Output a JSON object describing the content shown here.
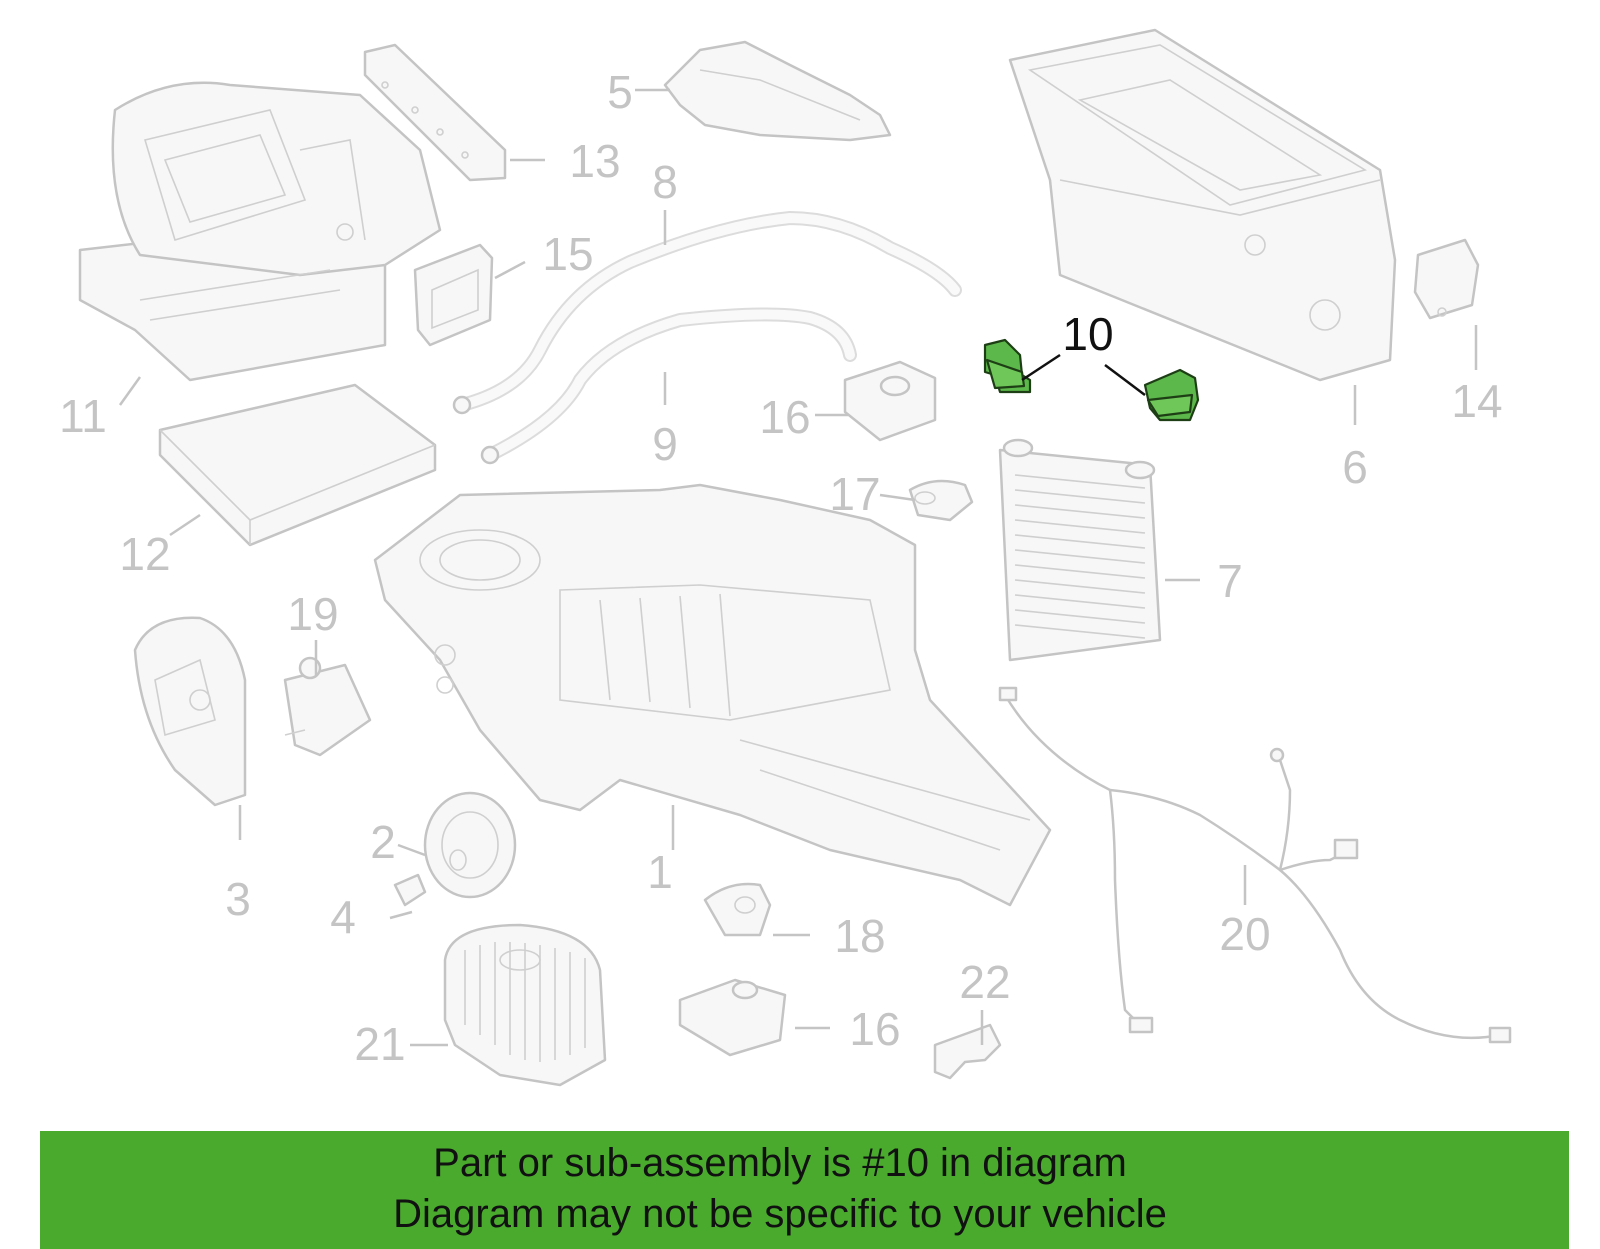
{
  "diagram": {
    "callouts": [
      {
        "id": "1",
        "label": "1"
      },
      {
        "id": "2",
        "label": "2"
      },
      {
        "id": "3",
        "label": "3"
      },
      {
        "id": "4",
        "label": "4"
      },
      {
        "id": "5",
        "label": "5"
      },
      {
        "id": "6",
        "label": "6"
      },
      {
        "id": "7",
        "label": "7"
      },
      {
        "id": "8",
        "label": "8"
      },
      {
        "id": "9",
        "label": "9"
      },
      {
        "id": "10",
        "label": "10"
      },
      {
        "id": "11",
        "label": "11"
      },
      {
        "id": "12",
        "label": "12"
      },
      {
        "id": "13",
        "label": "13"
      },
      {
        "id": "14",
        "label": "14"
      },
      {
        "id": "15",
        "label": "15"
      },
      {
        "id": "16a",
        "label": "16"
      },
      {
        "id": "16b",
        "label": "16"
      },
      {
        "id": "17",
        "label": "17"
      },
      {
        "id": "18",
        "label": "18"
      },
      {
        "id": "19",
        "label": "19"
      },
      {
        "id": "20",
        "label": "20"
      },
      {
        "id": "21",
        "label": "21"
      },
      {
        "id": "22",
        "label": "22"
      }
    ],
    "highlighted_part": "10",
    "highlight_color": "#5cb84a",
    "part_color": "#c4c4c4"
  },
  "banner": {
    "line1": "Part or sub-assembly is #10 in diagram",
    "line2": "Diagram may not be specific to your vehicle",
    "background": "#4aaa2e"
  }
}
